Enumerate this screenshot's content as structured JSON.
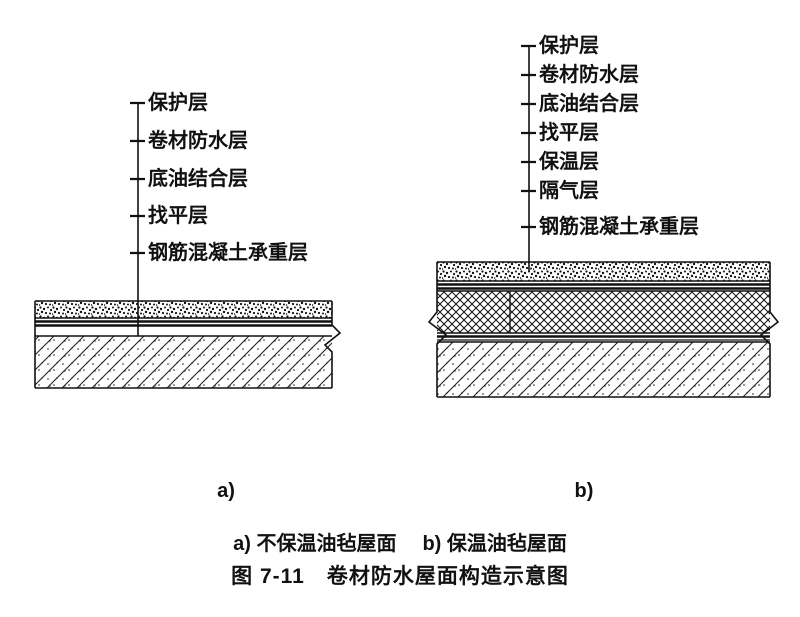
{
  "figure": {
    "title": "图 7-11　卷材防水屋面构造示意图",
    "sub_a": {
      "marker": "a)",
      "caption": "a) 不保温油毡屋面",
      "labels": [
        "保护层",
        "卷材防水层",
        "底油结合层",
        "找平层",
        "钢筋混凝土承重层"
      ]
    },
    "sub_b": {
      "marker": "b)",
      "caption": "b) 保温油毡屋面",
      "labels": [
        "保护层",
        "卷材防水层",
        "底油结合层",
        "找平层",
        "保温层",
        "隔气层",
        "钢筋混凝土承重层"
      ]
    }
  }
}
